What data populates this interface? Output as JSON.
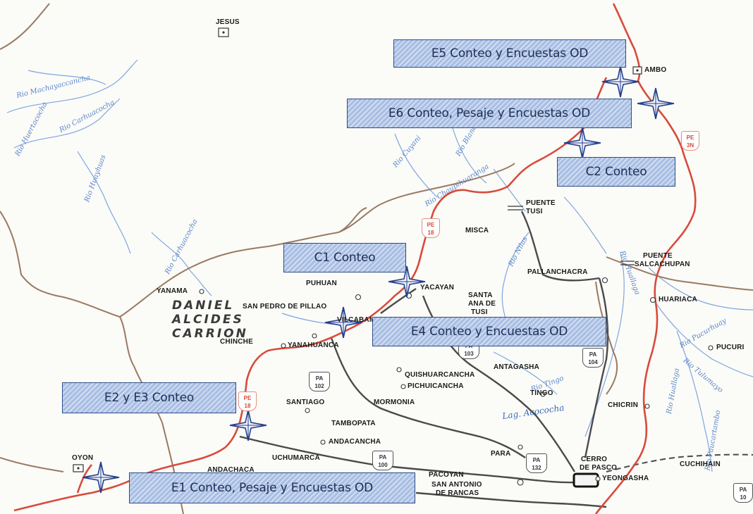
{
  "region": {
    "line1": "DANIEL",
    "line2": "ALCIDES",
    "line3": "CARRION"
  },
  "callouts": {
    "e5": "E5 Conteo y Encuestas OD",
    "e6": "E6 Conteo, Pesaje y Encuestas OD",
    "c2": "C2 Conteo",
    "c1": "C1 Conteo",
    "e4": "E4 Conteo y Encuestas OD",
    "e2e3": "E2 y E3 Conteo",
    "e1": "E1 Conteo, Pesaje y Encuestas OD"
  },
  "places": {
    "jesus": "JESUS",
    "ambo": "AMBO",
    "puente_tusi_1": "PUENTE",
    "puente_tusi_2": "TUSI",
    "misca": "MISCA",
    "puente_salc_1": "PUENTE",
    "puente_salc_2": "SALCACHUPAN",
    "pallanchacra": "PALLANCHACRA",
    "huariaca": "HUARIACA",
    "puhuan": "PUHUAN",
    "yanama": "YANAMA",
    "san_pedro": "SAN PEDRO DE PILLAO",
    "yacayan": "YACAYAN",
    "santa_ana_1": "SANTA",
    "santa_ana_2": "ANA DE",
    "santa_ana_3": "TUSI",
    "vilcabamba": "VILCABAMBA",
    "chinche": "CHINCHE",
    "yanahuanca": "YANAHUANCA",
    "pucuri": "PUCURI",
    "antagasha": "ANTAGASHA",
    "quishuarcancha": "QUISHUARCANCHA",
    "pichuicancha": "PICHUICANCHA",
    "tingo": "TINGO",
    "santiago": "SANTIAGO",
    "mormonia": "MORMONIA",
    "chicrin": "CHICRIN",
    "tambopata": "TAMBOPATA",
    "andacancha": "ANDACANCHA",
    "oyon": "OYON",
    "uchumarca": "UCHUMARCA",
    "para": "PARA",
    "cerro_1": "CERRO",
    "cerro_2": "DE PASCO",
    "cuchihain": "CUCHIHAIN",
    "andachaca": "ANDACHACA",
    "pacoyan": "PACOYAN",
    "san_antonio_1": "SAN ANTONIO",
    "san_antonio_2": "DE RANCAS",
    "yeongasha": "YEONGASHA"
  },
  "rivers": {
    "r1": "Rio Machayaccancha",
    "r2": "Rio Huertacocha",
    "r3": "Rio Carhuacocha",
    "r4": "Rio Huayhuas",
    "r5": "Rio Cuyani",
    "r6": "Rio Blanco",
    "r7": "Rio Chaupihuaranga",
    "r8": "Rio Carhuacocha",
    "r9": "Rio Nilas",
    "r10": "Rio Tingo",
    "r11": "Rio Pucurhuay",
    "r12": "Rio Tulumayo",
    "r13": "Rio Huallaga",
    "r14": "Rio Paucartambo",
    "r15": "Rio Huallaga"
  },
  "lake": "Lag. Acococha",
  "shields": {
    "pe3n": {
      "top": "PE",
      "num": "3N"
    },
    "pe18a": {
      "top": "PE",
      "num": "18"
    },
    "pe18b": {
      "top": "PE",
      "num": "18"
    },
    "pa102": {
      "top": "PA",
      "num": "102"
    },
    "pa103": {
      "top": "PA",
      "num": "103"
    },
    "pa104": {
      "top": "PA",
      "num": "104"
    },
    "pa100": {
      "top": "PA",
      "num": "100"
    },
    "pa132": {
      "top": "PA",
      "num": "132"
    },
    "pa10x": {
      "top": "PA",
      "num": "10"
    }
  },
  "colors": {
    "main_road": "#d94a3a",
    "secondary_road": "#4a4a4a",
    "river": "#7fa6dd",
    "boundary": "#9a7a62",
    "callout_fill": "#a9bfe4",
    "callout_border": "#2e4d86"
  },
  "icons": {
    "station_marker": "compass-star-icon",
    "town_marker": "town-circle-icon",
    "city_marker": "city-square-icon"
  }
}
